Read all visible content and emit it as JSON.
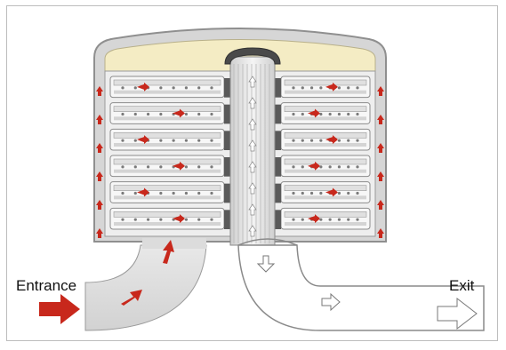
{
  "diagram": {
    "labels": {
      "entrance": "Entrance",
      "exit": "Exit"
    },
    "colors": {
      "housing": "#d6d6d6",
      "housing_stroke": "#8f8f8f",
      "headspace": "#f4ecc4",
      "flow_arrow_in": "#c8281c",
      "flow_arrow_out": "#ffffff",
      "core": "#e7e7e7",
      "cap": "#4a4a4a"
    },
    "modules_per_side": 6,
    "flow_direction": "entrance-to-exit"
  }
}
